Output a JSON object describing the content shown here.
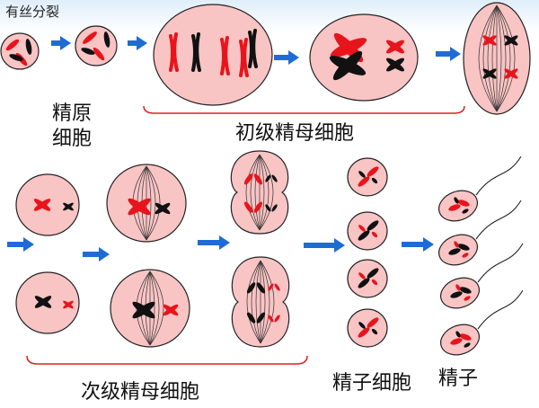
{
  "labels": {
    "mitosis": "有丝分裂",
    "spermatogonium_line1": "精原",
    "spermatogonium_line2": "细胞",
    "primary_spermatocyte": "初级精母细胞",
    "secondary_spermatocyte": "次级精母细胞",
    "spermatid": "精子细胞",
    "sperm": "精子"
  },
  "colors": {
    "cell_fill": "#f9c4c4",
    "cell_stroke": "#222222",
    "chromosome_red": "#e8141c",
    "chromosome_black": "#111111",
    "arrow_blue": "#1f6bd6",
    "bracket_red": "#e02020",
    "header_blue": "#dfeefa"
  }
}
